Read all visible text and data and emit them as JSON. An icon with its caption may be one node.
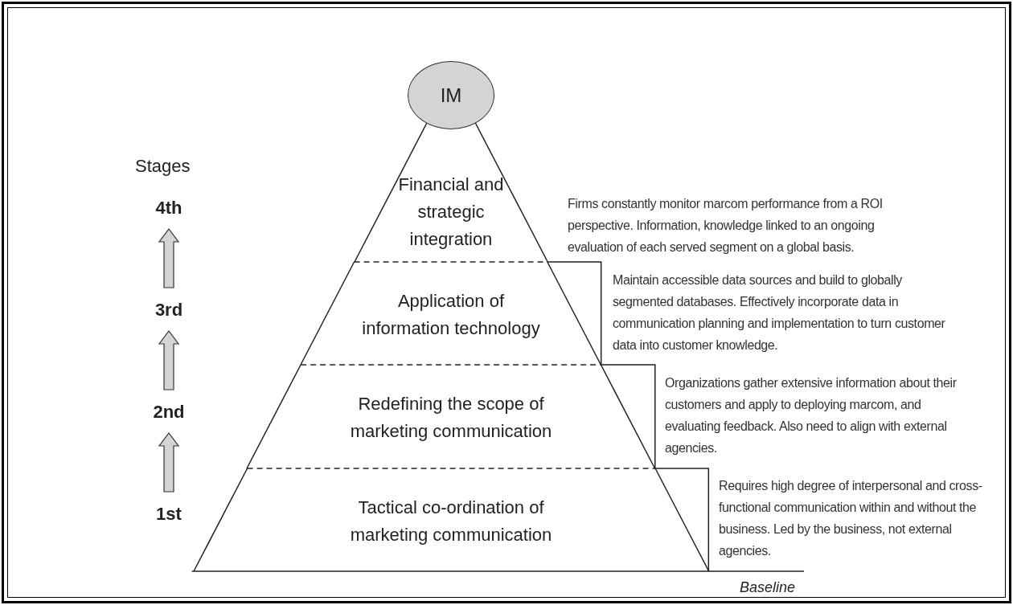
{
  "diagram": {
    "nodes": [
      {
        "text": [
          "IM"
        ]
      },
      {
        "text": [
          "4th"
        ]
      },
      {
        "text": [
          "3rd"
        ]
      },
      {
        "text": [
          "2nd"
        ]
      },
      {
        "text": [
          "1st"
        ]
      },
      {
        "text": [
          "Financial and strategic integration"
        ]
      },
      {
        "text": [
          "Application of information technology"
        ]
      },
      {
        "text": [
          "Redefining the scope of marketing communication"
        ]
      },
      {
        "text": [
          "Tactical co-ordination of marketing communication"
        ]
      }
    ],
    "edges": [
      {
        "from": 4,
        "to": 3,
        "arrow": "to"
      },
      {
        "from": 3,
        "to": 2,
        "arrow": "to"
      },
      {
        "from": 2,
        "to": 1,
        "arrow": "to"
      }
    ],
    "labels": [
      "Stages",
      "Firms constantly monitor marcom performance from a ROI perspective. Information, knowledge linked to an ongoing evaluation of each served segment on a global basis.",
      "Maintain accessible data sources and build to globally segmented databases. Effectively incorporate data in communication planning and implementation to turn customer data into customer knowledge.",
      "Organizations gather extensive information about their customers and apply to deploying marcom, and evaluating feedback. Also need to align with external agencies.",
      "Requires high degree of interpersonal and cross-functional communication within and without the business. Led by the business, not external agencies.",
      "Baseline"
    ]
  }
}
